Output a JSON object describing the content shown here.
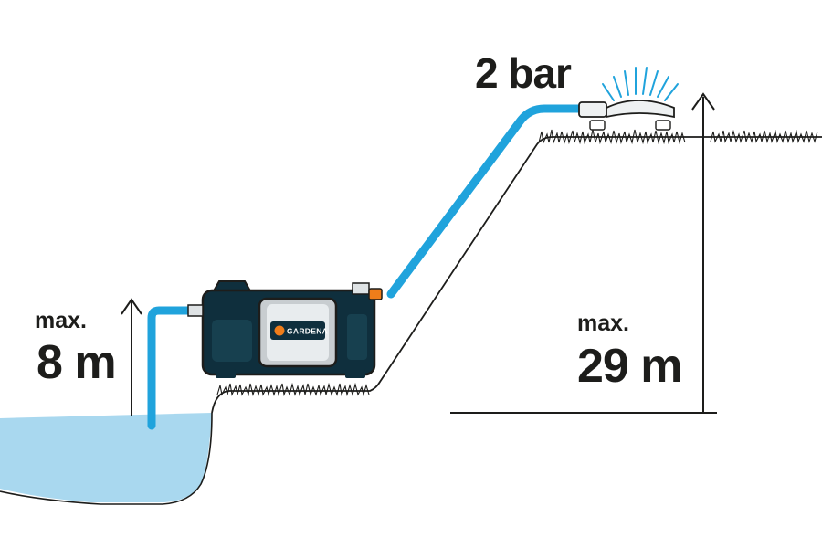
{
  "suction_height": {
    "prefix": "max.",
    "value": "8 m"
  },
  "delivery_height": {
    "prefix": "max.",
    "value": "29 m"
  },
  "outlet_pressure": "2 bar",
  "pump_brand": "GARDENA",
  "colors": {
    "water": "#a9d8ef",
    "hose": "#20a3dc",
    "line": "#1d1d1b",
    "accent": "#f07d1a",
    "pump_body": "#0f2f3d"
  }
}
